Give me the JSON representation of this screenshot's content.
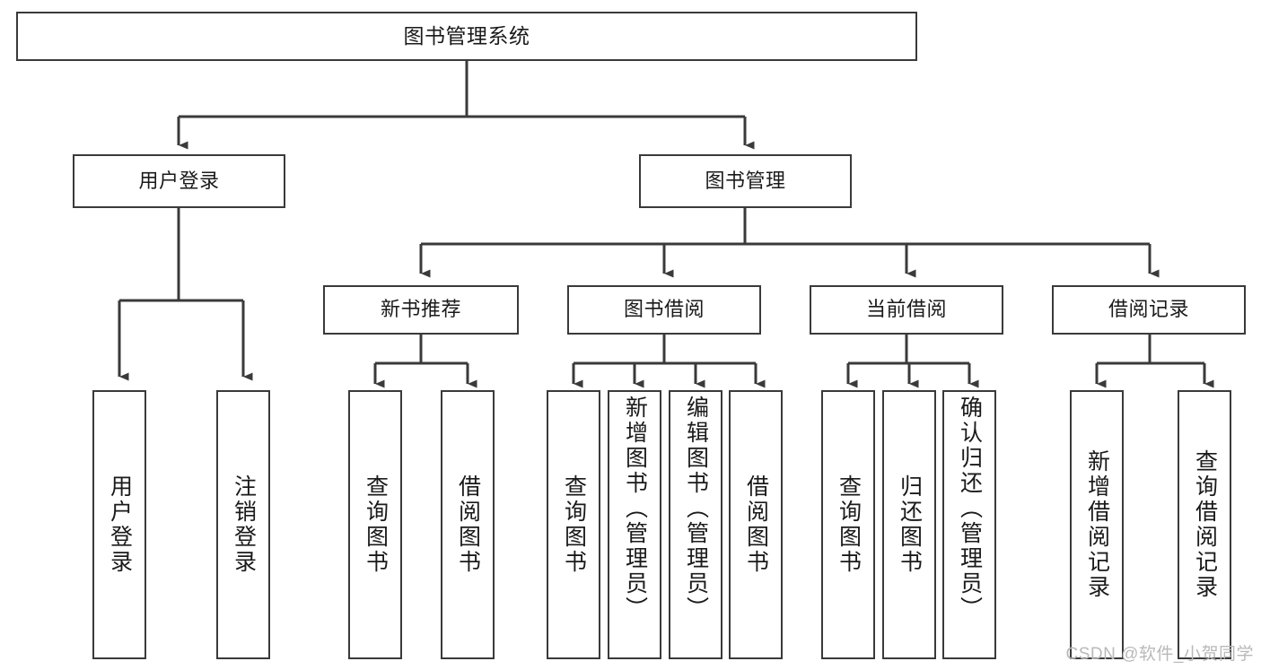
{
  "diagram": {
    "title": "图书管理系统",
    "watermark": "CSDN @软件_小贺同学",
    "stroke_color": "#3a3a3a",
    "text_color": "#1a1a1a",
    "background": "#ffffff",
    "root": {
      "label": "图书管理系统"
    },
    "level2": [
      {
        "label": "用户登录"
      },
      {
        "label": "图书管理"
      }
    ],
    "level3": [
      {
        "label": "新书推荐"
      },
      {
        "label": "图书借阅"
      },
      {
        "label": "当前借阅"
      },
      {
        "label": "借阅记录"
      }
    ],
    "leaves": {
      "user_login": [
        {
          "label": "用户登录"
        },
        {
          "label": "注销登录"
        }
      ],
      "new_book_recommend": [
        {
          "label": "查询图书"
        },
        {
          "label": "借阅图书"
        }
      ],
      "book_borrow": [
        {
          "label": "查询图书"
        },
        {
          "label": "新增图书（管理员）"
        },
        {
          "label": "编辑图书（管理员）"
        },
        {
          "label": "借阅图书"
        }
      ],
      "current_borrow": [
        {
          "label": "查询图书"
        },
        {
          "label": "归还图书"
        },
        {
          "label": "确认归还（管理员）"
        }
      ],
      "borrow_record": [
        {
          "label": "新增借阅记录"
        },
        {
          "label": "查询借阅记录"
        }
      ]
    }
  }
}
